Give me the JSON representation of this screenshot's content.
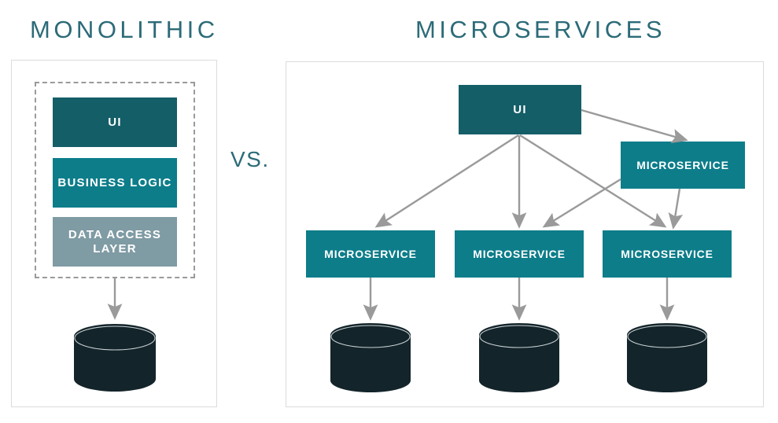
{
  "diagram": {
    "type": "architecture-comparison",
    "background_color": "#ffffff",
    "comparison_label": "VS.",
    "accent_colors": {
      "title_teal": "#2c6b78",
      "dark_teal": "#145e68",
      "bright_teal": "#0d7d8a",
      "slate_blue": "#7f9ba4",
      "database_dark": "#13242a",
      "arrow_gray": "#9a9a9a",
      "panel_border": "#dcdcdc",
      "dashed_border": "#9a9a9a"
    }
  },
  "panels": {
    "monolithic": {
      "title": "MONOLITHIC",
      "layers": [
        {
          "label": "UI",
          "color": "#145e68"
        },
        {
          "label": "BUSINESS LOGIC",
          "color": "#0d7d8a"
        },
        {
          "label": "DATA ACCESS LAYER",
          "color": "#7f9ba4"
        }
      ],
      "databases": [
        {
          "name": "database"
        }
      ]
    },
    "microservices": {
      "title": "MICROSERVICES",
      "ui": {
        "label": "UI",
        "color": "#145e68"
      },
      "services": [
        {
          "label": "MICROSERVICE",
          "position": "top-right",
          "color": "#0d7d8a"
        },
        {
          "label": "MICROSERVICE",
          "position": "bottom-left",
          "color": "#0d7d8a"
        },
        {
          "label": "MICROSERVICE",
          "position": "bottom-center",
          "color": "#0d7d8a"
        },
        {
          "label": "MICROSERVICE",
          "position": "bottom-right",
          "color": "#0d7d8a"
        }
      ],
      "databases": [
        {
          "name": "database-left"
        },
        {
          "name": "database-center"
        },
        {
          "name": "database-right"
        }
      ]
    }
  },
  "connections": {
    "monolithic": [
      {
        "from": "data-access-layer",
        "to": "database"
      }
    ],
    "microservices": [
      {
        "from": "ui",
        "to": "microservice-top-right"
      },
      {
        "from": "ui",
        "to": "microservice-bottom-left"
      },
      {
        "from": "ui",
        "to": "microservice-bottom-center"
      },
      {
        "from": "ui",
        "to": "microservice-bottom-right"
      },
      {
        "from": "microservice-top-right",
        "to": "microservice-bottom-center"
      },
      {
        "from": "microservice-top-right",
        "to": "microservice-bottom-right"
      },
      {
        "from": "microservice-bottom-left",
        "to": "database-left"
      },
      {
        "from": "microservice-bottom-center",
        "to": "database-center"
      },
      {
        "from": "microservice-bottom-right",
        "to": "database-right"
      }
    ]
  }
}
